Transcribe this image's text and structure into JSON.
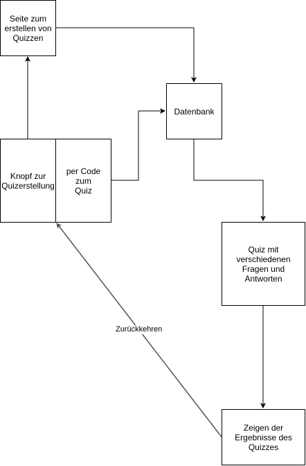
{
  "nodes": {
    "quiz_creation_page": "Seite zum\nerstellen von\nQuizzen",
    "database": "Datenbank",
    "create_quiz_button": "Knopf zur\nQuizerstellung",
    "code_to_quiz": "per Code zum\nQuiz",
    "quiz_questions": "Quiz mit\nverschiedenen\nFragen und\nAntworten",
    "show_results": "Zeigen der\nErgebnisse des\nQuizzes"
  },
  "edges": {
    "return_label": "Zurückkehren"
  },
  "colors": {
    "stroke": "#000000",
    "return_stroke": "#555555",
    "background": "#ffffff"
  }
}
